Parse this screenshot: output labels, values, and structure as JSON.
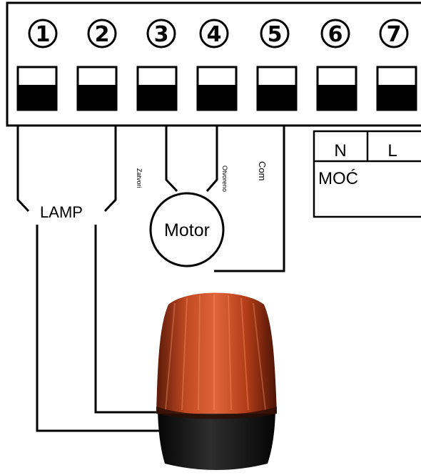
{
  "terminals": [
    "1",
    "2",
    "3",
    "4",
    "5",
    "6",
    "7"
  ],
  "labels": {
    "lamp": "LAMP",
    "motor": "Motor",
    "zatvori": "Zatvori",
    "otvoreno": "Otvoreno",
    "com": "Com",
    "power_n": "N",
    "power_l": "L",
    "power": "MOĆ"
  },
  "colors": {
    "line": "#000000",
    "lamp_dome": "#b8421e",
    "lamp_base": "#1a1a1a"
  }
}
